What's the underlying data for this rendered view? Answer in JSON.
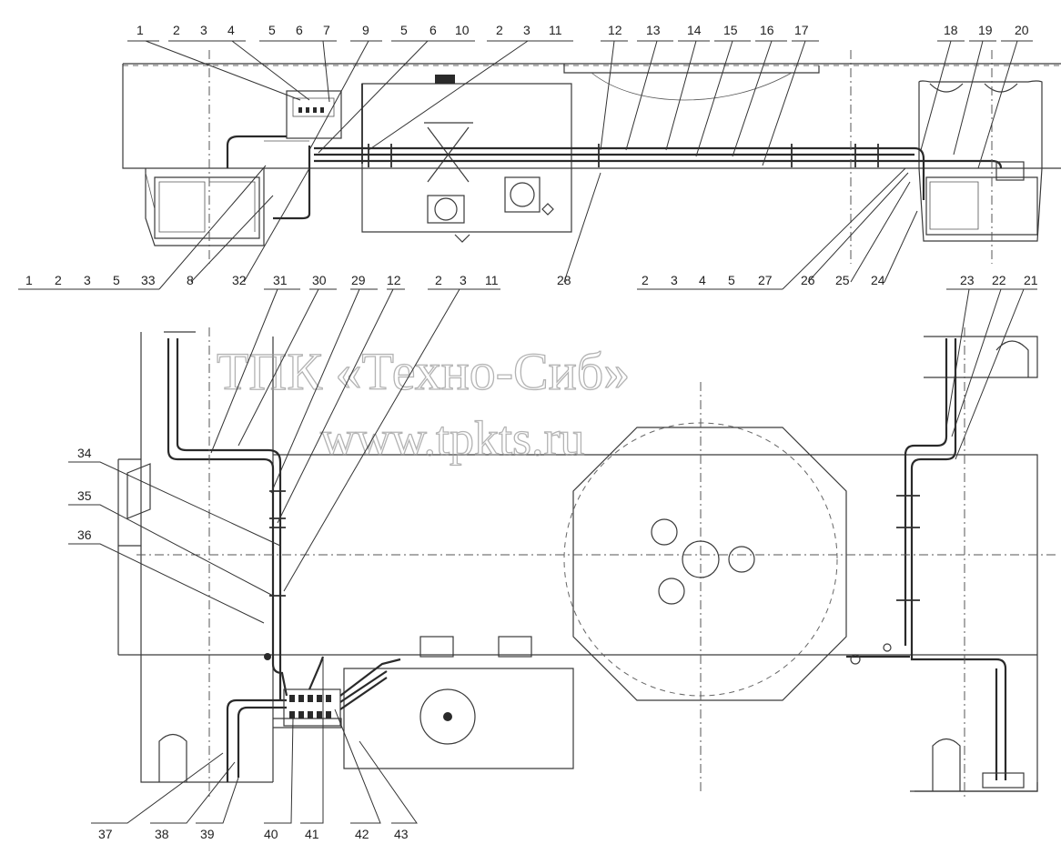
{
  "watermark": {
    "line1": "ТПК «Техно-Сиб»",
    "line2": "www.tpkts.ru"
  },
  "top_view": {
    "labels_top": [
      "1",
      "2",
      "3",
      "4",
      "5",
      "6",
      "7",
      "9",
      "5",
      "6",
      "10",
      "2",
      "3",
      "11",
      "12",
      "13",
      "14",
      "15",
      "16",
      "17",
      "18",
      "19",
      "20"
    ],
    "labels_bottom_left": [
      "1",
      "2",
      "3",
      "5",
      "33",
      "8",
      "32"
    ],
    "labels_bottom_right": [
      "28",
      "2",
      "3",
      "4",
      "5",
      "27",
      "26",
      "25",
      "24"
    ]
  },
  "plan_view": {
    "labels_top": [
      "31",
      "30",
      "29",
      "12",
      "2",
      "3",
      "11",
      "23",
      "22",
      "21"
    ],
    "labels_left": [
      "34",
      "35",
      "36"
    ],
    "labels_bottom": [
      "37",
      "38",
      "39",
      "40",
      "41",
      "42",
      "43"
    ]
  }
}
